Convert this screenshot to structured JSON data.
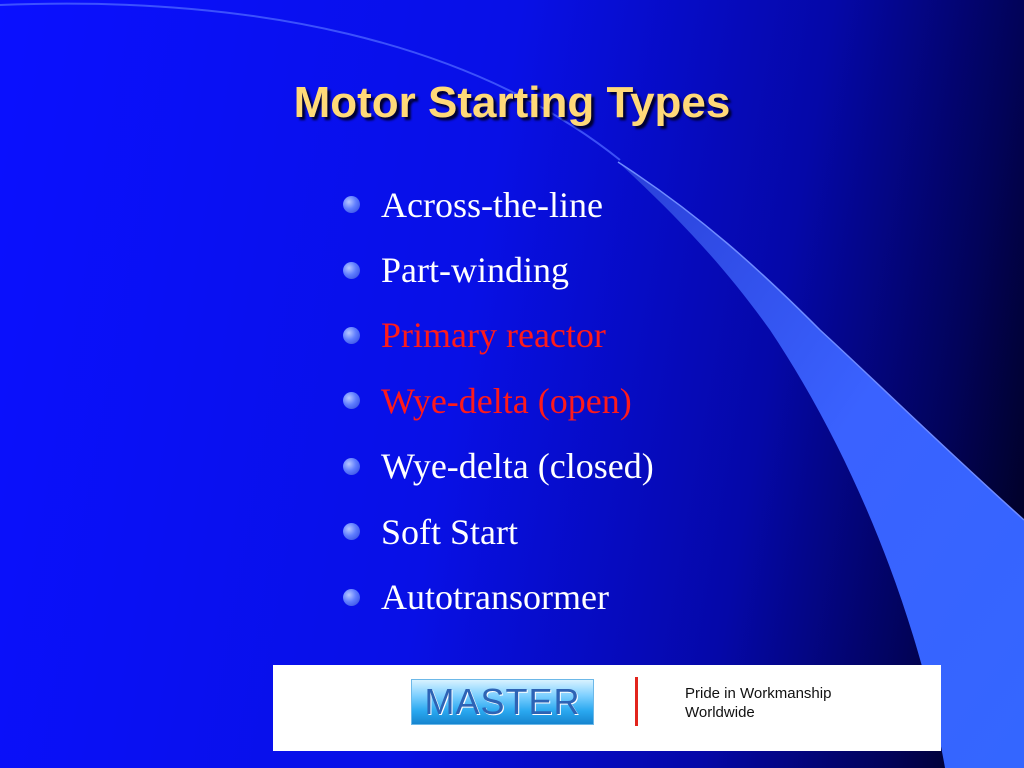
{
  "slide": {
    "title": "Motor Starting Types",
    "colors": {
      "title": "#ffd978",
      "bullet_text": "#ffffff",
      "highlight": "#ff1a1a",
      "bullet_dot": "#5f7dff",
      "swoosh": "#3a62ff"
    },
    "bullets": [
      {
        "text": "Across-the-line",
        "highlighted": false
      },
      {
        "text": "Part-winding",
        "highlighted": false
      },
      {
        "text": "Primary reactor",
        "highlighted": true
      },
      {
        "text": "Wye-delta (open)",
        "highlighted": true
      },
      {
        "text": "Wye-delta (closed)",
        "highlighted": false
      },
      {
        "text": "Soft Start",
        "highlighted": false
      },
      {
        "text": "Autotransormer",
        "highlighted": false
      }
    ]
  },
  "footer": {
    "logo_text": "MASTER",
    "tagline_line1": "Pride in Workmanship",
    "tagline_line2": "Worldwide"
  }
}
